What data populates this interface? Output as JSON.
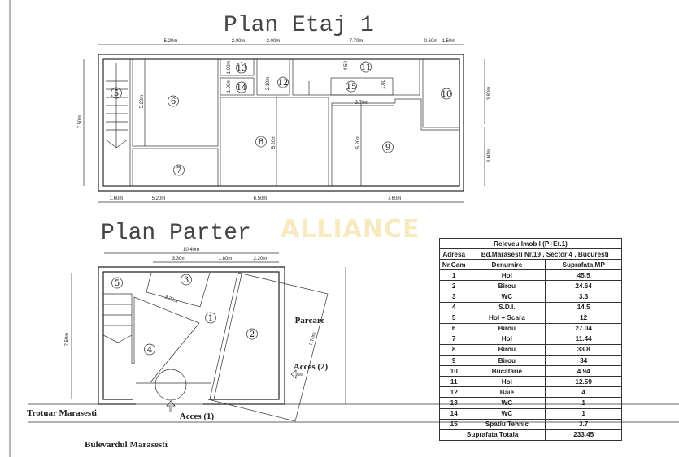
{
  "titles": {
    "etaj": "Plan Etaj 1",
    "parter": "Plan Parter"
  },
  "watermark": "ALLIANCE",
  "etaj_dims": {
    "top": [
      "5.20m",
      "2.00m",
      "2.00m",
      "7.70m",
      "0.60m",
      "1.50m"
    ],
    "bottom": [
      "1.60m",
      "5.20m",
      "6.50m",
      "7.60m"
    ],
    "left": "7.50m",
    "right": [
      "3.80m",
      "3.60m"
    ],
    "inner": [
      "5.20m",
      "5.20m",
      "5.20m",
      "3.70m",
      "2.10m",
      "1.00m",
      "1.00m",
      "4.50",
      "1.00"
    ]
  },
  "etaj_rooms": [
    "5",
    "6",
    "13",
    "14",
    "12",
    "11",
    "15",
    "10",
    "8",
    "9",
    "7"
  ],
  "parter_dims": {
    "total": "10.40m",
    "top": [
      "3.30m",
      "1.80m",
      "2.20m"
    ],
    "left": "7.50m",
    "inner": "3.20m",
    "slant": "7.70m"
  },
  "parter_rooms": [
    "5",
    "3",
    "1",
    "2",
    "4"
  ],
  "parter_labels": {
    "parking": "Parcare",
    "access2": "Acces (2)",
    "sidewalk": "Trotuar Marasesti",
    "access1": "Acces (1)",
    "boulevard": "Bulevardul Marasesti"
  },
  "table": {
    "title": "Releveu Imobil (P+Et.1)",
    "address_label": "Adresa",
    "address": "Bd.Marasesti Nr.19 , Sector 4 , Bucuresti",
    "headers": [
      "Nr.Cam",
      "Denumire",
      "Suprafata MP"
    ],
    "rows": [
      [
        "1",
        "Hol",
        "45.5"
      ],
      [
        "2",
        "Birou",
        "24.64"
      ],
      [
        "3",
        "WC",
        "3.3"
      ],
      [
        "4",
        "S.D.I.",
        "14.5"
      ],
      [
        "5",
        "Hol + Scara",
        "12"
      ],
      [
        "6",
        "Birou",
        "27.04"
      ],
      [
        "7",
        "Hol",
        "11.44"
      ],
      [
        "8",
        "Birou",
        "33.8"
      ],
      [
        "9",
        "Birou",
        "34"
      ],
      [
        "10",
        "Bucatarie",
        "4.94"
      ],
      [
        "11",
        "Hol",
        "12.59"
      ],
      [
        "12",
        "Baie",
        "4"
      ],
      [
        "13",
        "WC",
        "1"
      ],
      [
        "14",
        "WC",
        "1"
      ],
      [
        "15",
        "Spatiu Tehnic",
        "3.7"
      ]
    ],
    "total_label": "Suprafata Totala",
    "total": "233.45"
  }
}
